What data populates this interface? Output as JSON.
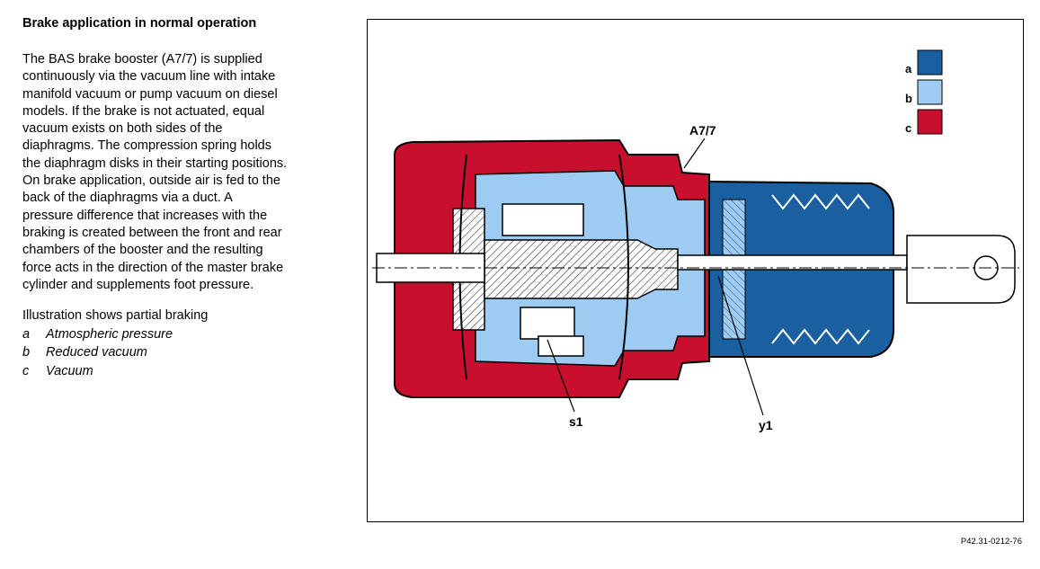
{
  "heading": "Brake application in normal operation",
  "body_lines": [
    "The BAS brake booster (A7/7) is supplied",
    "continuously via the vacuum line with intake",
    "manifold vacuum or pump vacuum on diesel",
    "models. If the brake is not actuated, equal",
    "vacuum exists on both sides of the",
    "diaphragms. The compression spring holds",
    "the diaphragm disks in their starting positions.",
    "On brake application, outside air is fed to the",
    "back of the diaphragms via a duct. A",
    "pressure difference that increases with the",
    "braking is created between the front and rear",
    "chambers of the booster and the resulting",
    "force acts in the direction of the master brake",
    "cylinder and supplements foot pressure."
  ],
  "caption": "Illustration shows partial braking",
  "legend": [
    {
      "key": "a",
      "text": "Atmospheric pressure",
      "color": "#1a5fa0"
    },
    {
      "key": "b",
      "text": "Reduced vacuum",
      "color": "#9ecbf2"
    },
    {
      "key": "c",
      "text": "Vacuum",
      "color": "#c8102e"
    }
  ],
  "diagram_labels": {
    "booster": "A7/7",
    "switch": "s1",
    "valve": "y1"
  },
  "reference": "P42.31-0212-76"
}
